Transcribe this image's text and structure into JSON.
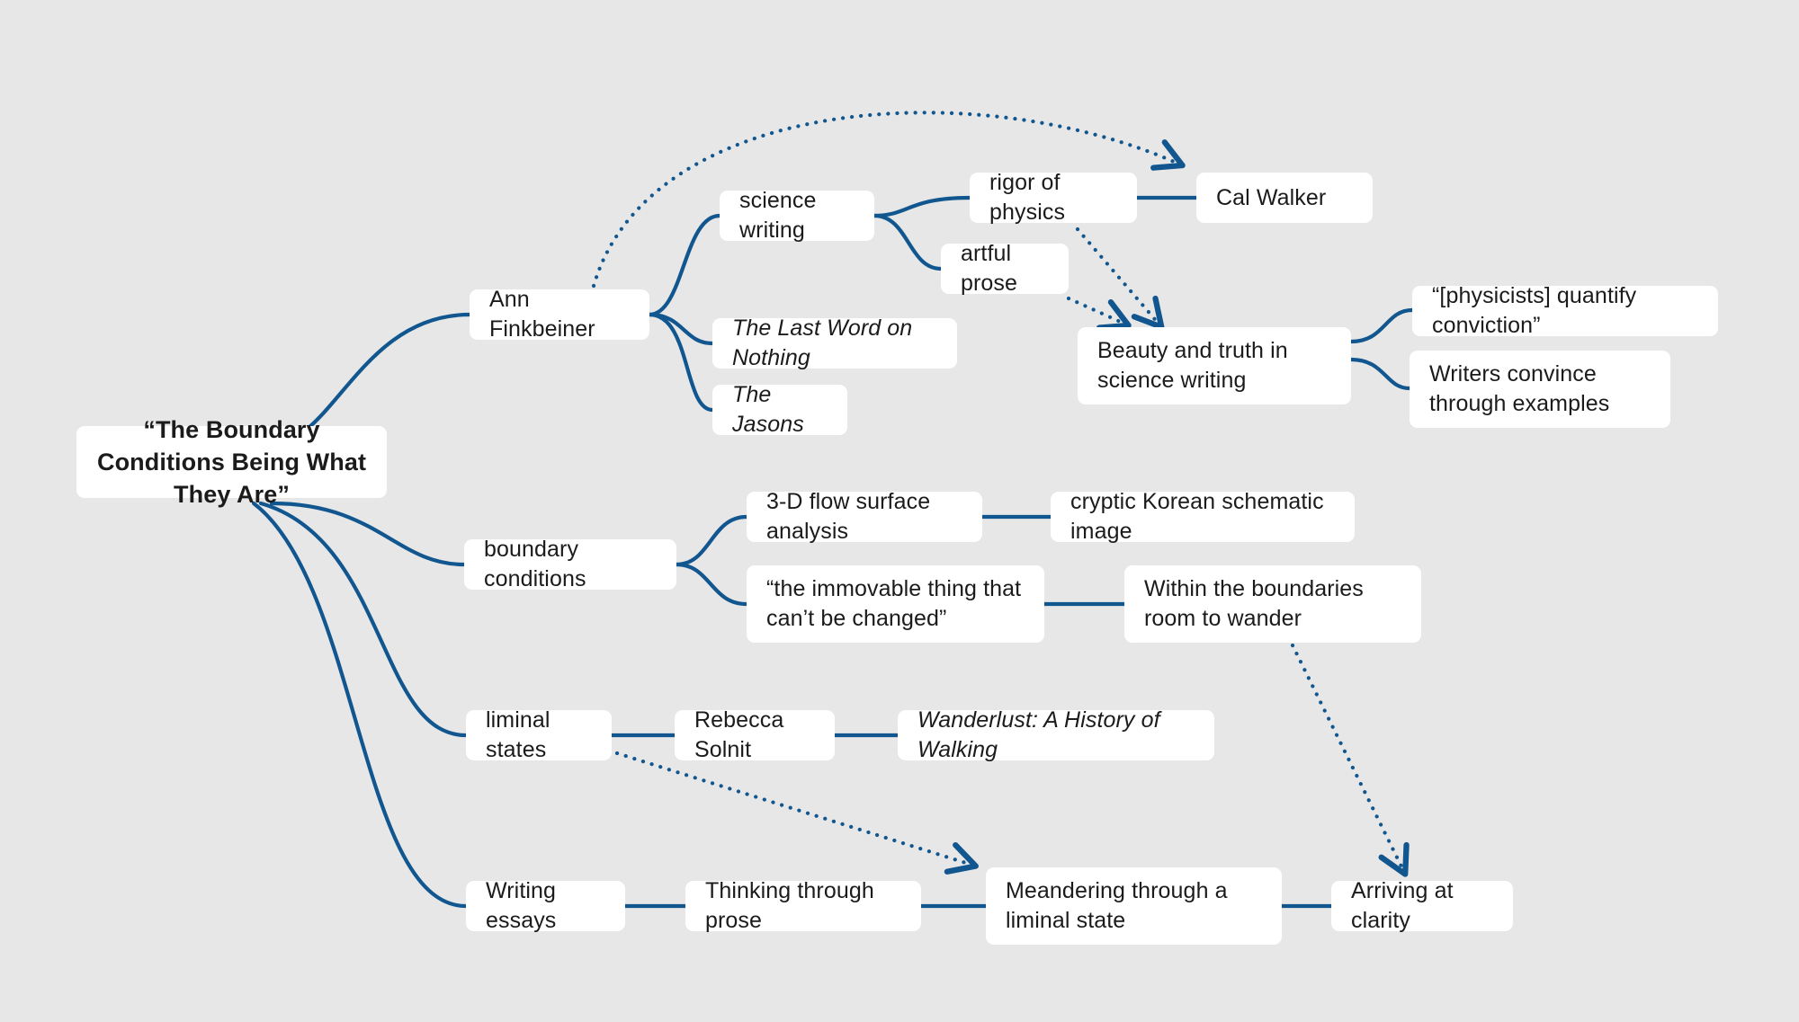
{
  "diagram": {
    "title": "“The Boundary Conditions Being What They Are”",
    "type": "mind-map",
    "background_color": "#e7e7e7",
    "node_color": "#ffffff",
    "link_color": "#11568f",
    "text_color": "#1b1b1b"
  },
  "nodes": {
    "root": {
      "label": "“The Boundary Conditions Being What They Are”"
    },
    "ann_finkbeiner": {
      "label": "Ann Finkbeiner"
    },
    "science_writing": {
      "label": "science writing"
    },
    "rigor_of_physics": {
      "label": "rigor of physics"
    },
    "cal_walker": {
      "label": "Cal Walker"
    },
    "artful_prose": {
      "label": "artful prose"
    },
    "last_word": {
      "label": "The Last Word on Nothing"
    },
    "the_jasons": {
      "label": "The Jasons"
    },
    "beauty_truth": {
      "label": "Beauty and truth in science writing"
    },
    "quantify_conviction": {
      "label": "“[physicists] quantify conviction”"
    },
    "writers_convince": {
      "label": "Writers convince through examples"
    },
    "boundary_conditions": {
      "label": "boundary conditions"
    },
    "flow_surface": {
      "label": "3-D flow surface analysis"
    },
    "korean_schematic": {
      "label": "cryptic Korean schematic image"
    },
    "immovable_thing": {
      "label": "“the immovable thing that can’t be changed”"
    },
    "within_boundaries": {
      "label": "Within the boundaries room to wander"
    },
    "liminal_states": {
      "label": "liminal states"
    },
    "rebecca_solnit": {
      "label": "Rebecca Solnit"
    },
    "wanderlust": {
      "label": "Wanderlust: A History of Walking"
    },
    "writing_essays": {
      "label": "Writing essays"
    },
    "thinking_prose": {
      "label": "Thinking through prose"
    },
    "meandering": {
      "label": "Meandering through a liminal state"
    },
    "arriving_clarity": {
      "label": "Arriving at clarity"
    }
  },
  "edges": [
    {
      "from": "root",
      "to": "ann_finkbeiner",
      "style": "solid"
    },
    {
      "from": "root",
      "to": "boundary_conditions",
      "style": "solid"
    },
    {
      "from": "root",
      "to": "liminal_states",
      "style": "solid"
    },
    {
      "from": "root",
      "to": "writing_essays",
      "style": "solid"
    },
    {
      "from": "ann_finkbeiner",
      "to": "science_writing",
      "style": "solid"
    },
    {
      "from": "ann_finkbeiner",
      "to": "last_word",
      "style": "solid"
    },
    {
      "from": "ann_finkbeiner",
      "to": "the_jasons",
      "style": "solid"
    },
    {
      "from": "science_writing",
      "to": "rigor_of_physics",
      "style": "solid"
    },
    {
      "from": "science_writing",
      "to": "artful_prose",
      "style": "solid"
    },
    {
      "from": "rigor_of_physics",
      "to": "cal_walker",
      "style": "solid"
    },
    {
      "from": "beauty_truth",
      "to": "quantify_conviction",
      "style": "solid"
    },
    {
      "from": "beauty_truth",
      "to": "writers_convince",
      "style": "solid"
    },
    {
      "from": "boundary_conditions",
      "to": "flow_surface",
      "style": "solid"
    },
    {
      "from": "boundary_conditions",
      "to": "immovable_thing",
      "style": "solid"
    },
    {
      "from": "flow_surface",
      "to": "korean_schematic",
      "style": "solid"
    },
    {
      "from": "immovable_thing",
      "to": "within_boundaries",
      "style": "solid"
    },
    {
      "from": "liminal_states",
      "to": "rebecca_solnit",
      "style": "solid"
    },
    {
      "from": "rebecca_solnit",
      "to": "wanderlust",
      "style": "solid"
    },
    {
      "from": "writing_essays",
      "to": "thinking_prose",
      "style": "solid"
    },
    {
      "from": "thinking_prose",
      "to": "meandering",
      "style": "solid"
    },
    {
      "from": "meandering",
      "to": "arriving_clarity",
      "style": "solid"
    },
    {
      "from": "ann_finkbeiner",
      "to": "cal_walker",
      "style": "dotted-arrow"
    },
    {
      "from": "rigor_of_physics",
      "to": "beauty_truth",
      "style": "dotted-arrow"
    },
    {
      "from": "artful_prose",
      "to": "beauty_truth",
      "style": "dotted-arrow"
    },
    {
      "from": "liminal_states",
      "to": "meandering",
      "style": "dotted-arrow"
    },
    {
      "from": "within_boundaries",
      "to": "arriving_clarity",
      "style": "dotted-arrow"
    }
  ]
}
